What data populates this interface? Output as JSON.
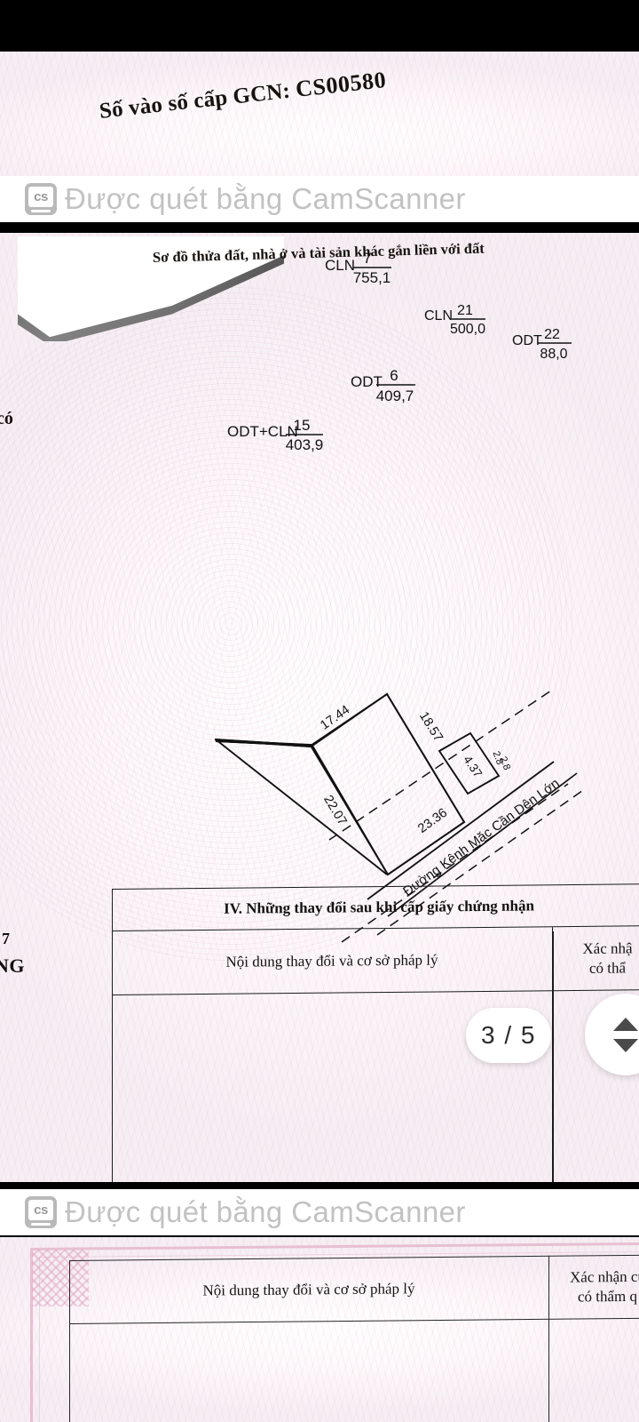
{
  "app": {
    "viewer": "document-scan-viewer",
    "page_indicator": "3 / 5"
  },
  "watermark": {
    "logo_text": "cs",
    "text": "Được quét bằng CamScanner"
  },
  "page1": {
    "gcn_label": "Số vào số cấp GCN:",
    "gcn_code": "CS00580"
  },
  "page2": {
    "title": "Sơ đồ thửa đất, nhà ở và tài sản khác gắn liền với đất",
    "left_fragment": "có",
    "table": {
      "header": "IV. Những thay đổi sau khi cấp giấy chứng nhận",
      "col1": "Nội dung thay đổi và cơ sở pháp lý",
      "col2_line1": "Xác nhậ",
      "col2_line2": "có thẩ",
      "left_fragment_number": "7",
      "left_fragment_text": "NG"
    }
  },
  "page3": {
    "col1": "Nội dung thay đổi và cơ sở pháp lý",
    "col2_line1": "Xác nhận củ",
    "col2_line2": "có thẩm q"
  },
  "chart_data": {
    "type": "diagram",
    "title": "Sơ đồ thửa đất, nhà ở và tài sản khác gắn liền với đất",
    "subject_parcel": {
      "land_type": "ODT",
      "parcel_no": "6",
      "area": "409,7"
    },
    "neighbors": [
      {
        "land_type": "CLN",
        "parcel_no": "7",
        "area": "755,1",
        "position": "north-west"
      },
      {
        "land_type": "CLN",
        "parcel_no": "21",
        "area": "500,0",
        "position": "north-east"
      },
      {
        "land_type": "ODT",
        "parcel_no": "22",
        "area": "88,0",
        "position": "east"
      },
      {
        "land_type": "ODT+CLN",
        "parcel_no": "15",
        "area": "403,9",
        "position": "west"
      }
    ],
    "edge_dimensions": [
      "17.44",
      "18.57",
      "22.07",
      "23.36",
      "4.37"
    ],
    "road_label": "Đường Kênh Mặc Cần Dện Lớn"
  }
}
